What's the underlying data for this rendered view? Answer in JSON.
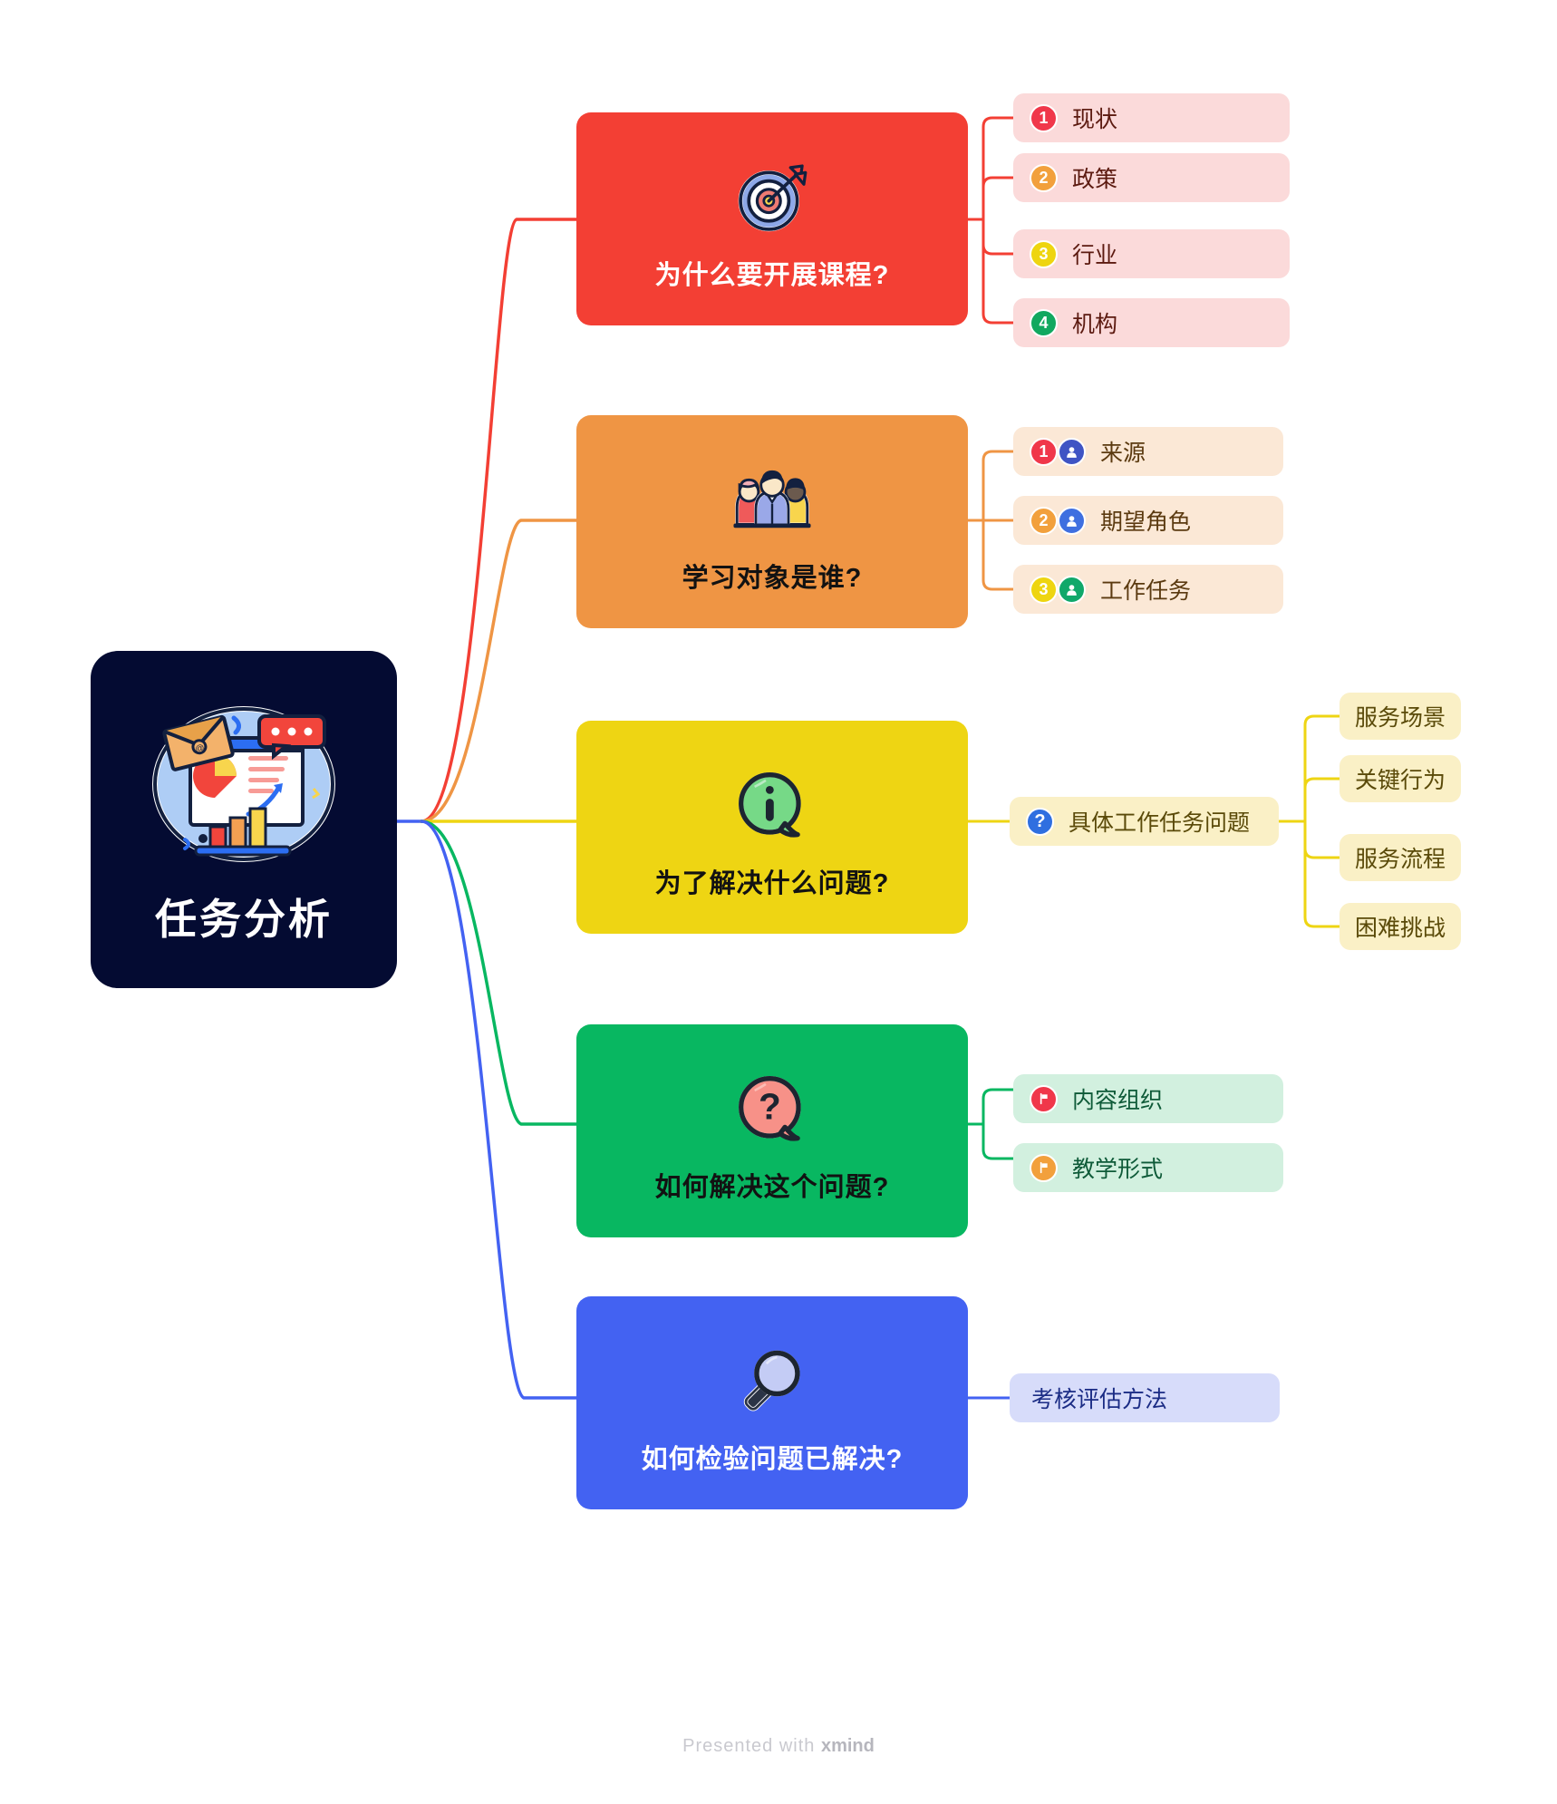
{
  "central": {
    "title": "任务分析",
    "icon": "presentation-chart-illustration",
    "background_color": "#040b32",
    "text_color": "#ffffff"
  },
  "branches": [
    {
      "id": "why-course",
      "title": "为什么要开展课程?",
      "icon": "target-dartboard-icon",
      "color": "#f33f34",
      "sub_color": "#fbdada",
      "text_color": "#ffffff",
      "children": [
        {
          "badge": "1",
          "badge_color": "#f0374a",
          "label": "现状"
        },
        {
          "badge": "2",
          "badge_color": "#f2a03c",
          "label": "政策"
        },
        {
          "badge": "3",
          "badge_color": "#eed510",
          "label": "行业"
        },
        {
          "badge": "4",
          "badge_color": "#11a85f",
          "label": "机构"
        }
      ]
    },
    {
      "id": "who-learner",
      "title": "学习对象是谁?",
      "icon": "people-group-icon",
      "color": "#ef9544",
      "sub_color": "#fbe8d6",
      "text_color": "#121212",
      "children": [
        {
          "badge": "1",
          "badge_color": "#f0374a",
          "person_color": "#3f54c4",
          "label": "来源"
        },
        {
          "badge": "2",
          "badge_color": "#f2a03c",
          "person_color": "#3f6fe0",
          "label": "期望角色"
        },
        {
          "badge": "3",
          "badge_color": "#eed510",
          "person_color": "#10a86a",
          "label": "工作任务"
        }
      ]
    },
    {
      "id": "what-problem",
      "title": "为了解决什么问题?",
      "icon": "info-bubble-icon",
      "color": "#eed513",
      "sub_color": "#faf0c6",
      "text_color": "#121212",
      "children": [
        {
          "badge_icon": "question-mark-badge",
          "badge_color": "#2f6fe0",
          "label": "具体工作任务问题",
          "children": [
            {
              "label": "服务场景"
            },
            {
              "label": "关键行为"
            },
            {
              "label": "服务流程"
            },
            {
              "label": "困难挑战"
            }
          ]
        }
      ]
    },
    {
      "id": "how-solve",
      "title": "如何解决这个问题?",
      "icon": "question-bubble-icon",
      "color": "#08b761",
      "sub_color": "#d2f0df",
      "text_color": "#121212",
      "children": [
        {
          "badge_icon": "flag-icon",
          "badge_color": "#f0374a",
          "label": "内容组织"
        },
        {
          "badge_icon": "flag-icon",
          "badge_color": "#f2a03c",
          "label": "教学形式"
        }
      ]
    },
    {
      "id": "how-verify",
      "title": "如何检验问题已解决?",
      "icon": "magnifying-glass-icon",
      "color": "#4362f2",
      "sub_color": "#d7dcfa",
      "text_color": "#ffffff",
      "children": [
        {
          "label": "考核评估方法"
        }
      ]
    }
  ],
  "footer": {
    "prefix": "Presented with ",
    "brand": "xmind"
  }
}
